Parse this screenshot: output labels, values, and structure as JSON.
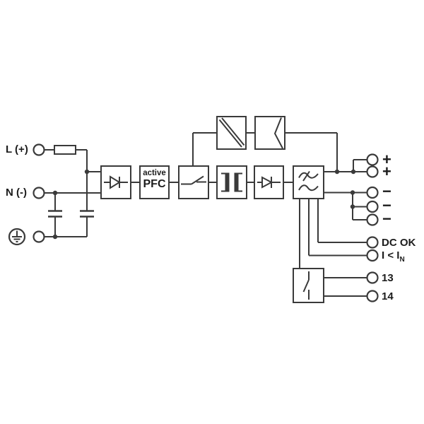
{
  "diagram_type": "power-supply-block-diagram",
  "inputs": {
    "line_label": "L (+)",
    "neutral_label": "N (-)"
  },
  "blocks": {
    "pfc_line1": "active",
    "pfc_line2": "PFC"
  },
  "outputs": {
    "plus_labels": [
      "+",
      "+"
    ],
    "minus_labels": [
      "−",
      "−",
      "−"
    ],
    "dc_ok_label": "DC OK",
    "i_n_main": "I < I",
    "i_n_sub": "N",
    "relay_no_label": "13",
    "relay_com_label": "14"
  },
  "colors": {
    "line": "#3a3a3a",
    "text": "#1c1c1c",
    "background": "#ffffff"
  },
  "icons": {
    "earth": "protective-earth",
    "fuse": "fuse",
    "input_rectifier": "diode",
    "switch": "switch-contact",
    "transformer": "transformer-windings",
    "output_rectifier": "diode",
    "output_filter": "smoothing-filter",
    "top_left_block": "dc-dc-converter-diagonal",
    "top_right_block": "feedback-chevron",
    "relay": "relay-contact"
  }
}
